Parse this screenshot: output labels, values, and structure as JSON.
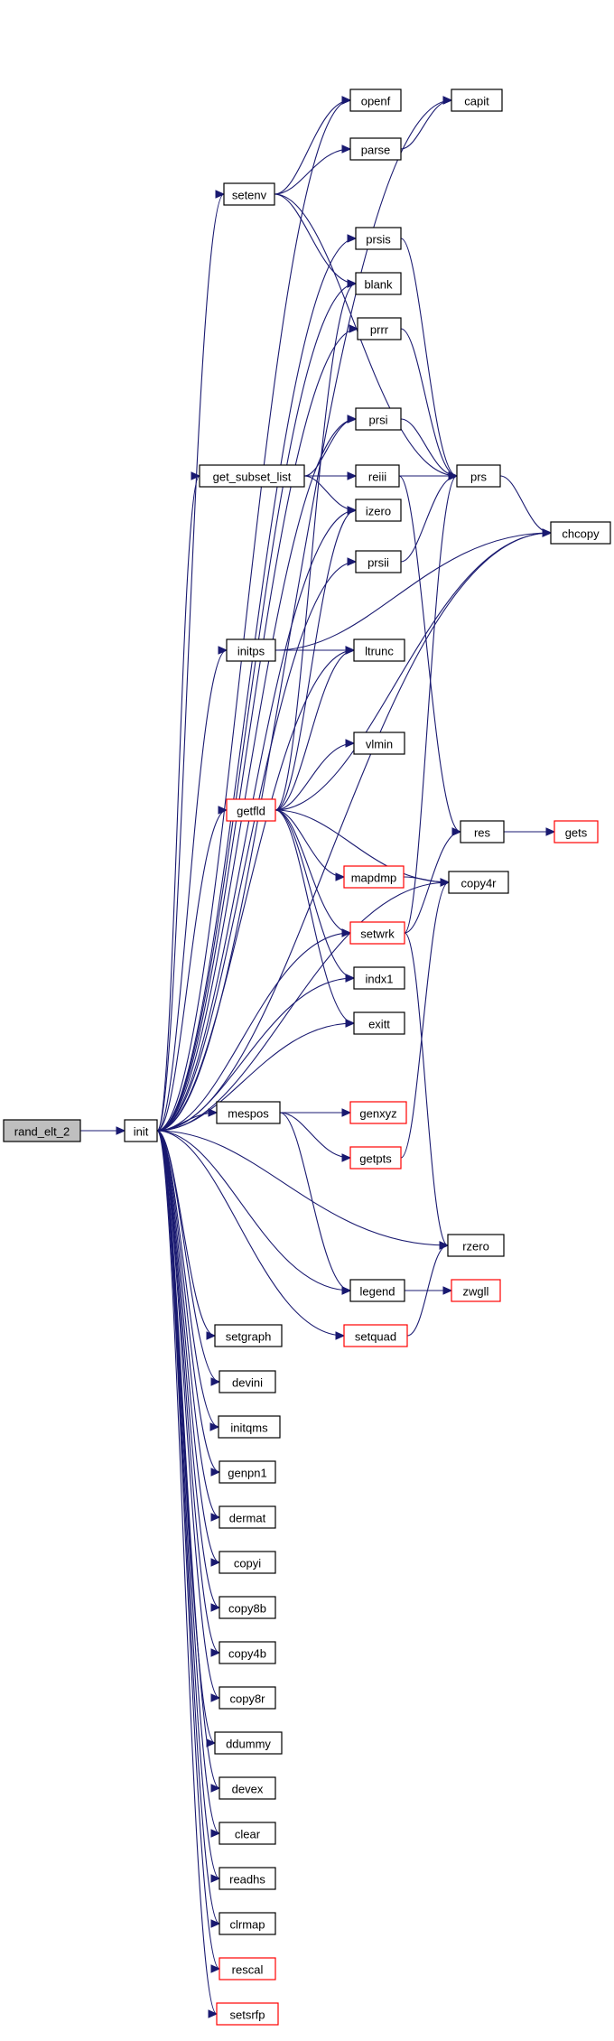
{
  "colors": {
    "edge": "#191970",
    "node_border": "#000000",
    "node_border_truncated": "#ff0000",
    "root_fill": "#bfbfbf",
    "node_fill": "#ffffff"
  },
  "nodes": [
    {
      "id": "rand_elt_2",
      "label": "rand_elt_2",
      "root": true
    },
    {
      "id": "init",
      "label": "init"
    },
    {
      "id": "capit",
      "label": "capit"
    },
    {
      "id": "openf",
      "label": "openf"
    },
    {
      "id": "parse",
      "label": "parse"
    },
    {
      "id": "setenv",
      "label": "setenv"
    },
    {
      "id": "prsis",
      "label": "prsis"
    },
    {
      "id": "blank",
      "label": "blank"
    },
    {
      "id": "prrr",
      "label": "prrr"
    },
    {
      "id": "prsi",
      "label": "prsi"
    },
    {
      "id": "get_subset_list",
      "label": "get_subset_list"
    },
    {
      "id": "reiii",
      "label": "reiii"
    },
    {
      "id": "prs",
      "label": "prs"
    },
    {
      "id": "izero",
      "label": "izero"
    },
    {
      "id": "chcopy",
      "label": "chcopy"
    },
    {
      "id": "prsii",
      "label": "prsii"
    },
    {
      "id": "initps",
      "label": "initps"
    },
    {
      "id": "ltrunc",
      "label": "ltrunc"
    },
    {
      "id": "vlmin",
      "label": "vlmin"
    },
    {
      "id": "getfld",
      "label": "getfld",
      "truncated": true
    },
    {
      "id": "res",
      "label": "res"
    },
    {
      "id": "gets",
      "label": "gets",
      "truncated": true
    },
    {
      "id": "mapdmp",
      "label": "mapdmp",
      "truncated": true
    },
    {
      "id": "copy4r",
      "label": "copy4r"
    },
    {
      "id": "setwrk",
      "label": "setwrk",
      "truncated": true
    },
    {
      "id": "indx1",
      "label": "indx1"
    },
    {
      "id": "exitt",
      "label": "exitt"
    },
    {
      "id": "mespos",
      "label": "mespos"
    },
    {
      "id": "genxyz",
      "label": "genxyz",
      "truncated": true
    },
    {
      "id": "getpts",
      "label": "getpts",
      "truncated": true
    },
    {
      "id": "rzero",
      "label": "rzero"
    },
    {
      "id": "legend",
      "label": "legend"
    },
    {
      "id": "zwgll",
      "label": "zwgll",
      "truncated": true
    },
    {
      "id": "setquad",
      "label": "setquad",
      "truncated": true
    },
    {
      "id": "setgraph",
      "label": "setgraph"
    },
    {
      "id": "devini",
      "label": "devini"
    },
    {
      "id": "initqms",
      "label": "initqms"
    },
    {
      "id": "genpn1",
      "label": "genpn1"
    },
    {
      "id": "dermat",
      "label": "dermat"
    },
    {
      "id": "copyi",
      "label": "copyi"
    },
    {
      "id": "copy8b",
      "label": "copy8b"
    },
    {
      "id": "copy4b",
      "label": "copy4b"
    },
    {
      "id": "copy8r",
      "label": "copy8r"
    },
    {
      "id": "ddummy",
      "label": "ddummy"
    },
    {
      "id": "devex",
      "label": "devex"
    },
    {
      "id": "clear",
      "label": "clear"
    },
    {
      "id": "readhs",
      "label": "readhs"
    },
    {
      "id": "clrmap",
      "label": "clrmap"
    },
    {
      "id": "rescal",
      "label": "rescal",
      "truncated": true
    },
    {
      "id": "setsrfp",
      "label": "setsrfp",
      "truncated": true
    }
  ],
  "edges": [
    [
      "rand_elt_2",
      "init"
    ],
    [
      "init",
      "capit"
    ],
    [
      "init",
      "openf"
    ],
    [
      "init",
      "setenv"
    ],
    [
      "init",
      "prsis"
    ],
    [
      "init",
      "blank"
    ],
    [
      "init",
      "prrr"
    ],
    [
      "init",
      "prsi"
    ],
    [
      "init",
      "get_subset_list"
    ],
    [
      "init",
      "izero"
    ],
    [
      "init",
      "prsii"
    ],
    [
      "init",
      "chcopy"
    ],
    [
      "init",
      "initps"
    ],
    [
      "init",
      "ltrunc"
    ],
    [
      "init",
      "getfld"
    ],
    [
      "init",
      "setwrk"
    ],
    [
      "init",
      "indx1"
    ],
    [
      "init",
      "exitt"
    ],
    [
      "init",
      "copy4r"
    ],
    [
      "init",
      "mespos"
    ],
    [
      "init",
      "rzero"
    ],
    [
      "init",
      "legend"
    ],
    [
      "init",
      "setquad"
    ],
    [
      "init",
      "setgraph"
    ],
    [
      "init",
      "devini"
    ],
    [
      "init",
      "initqms"
    ],
    [
      "init",
      "genpn1"
    ],
    [
      "init",
      "dermat"
    ],
    [
      "init",
      "copyi"
    ],
    [
      "init",
      "copy8b"
    ],
    [
      "init",
      "copy4b"
    ],
    [
      "init",
      "copy8r"
    ],
    [
      "init",
      "ddummy"
    ],
    [
      "init",
      "devex"
    ],
    [
      "init",
      "clear"
    ],
    [
      "init",
      "readhs"
    ],
    [
      "init",
      "clrmap"
    ],
    [
      "init",
      "rescal"
    ],
    [
      "init",
      "setsrfp"
    ],
    [
      "setenv",
      "openf"
    ],
    [
      "setenv",
      "parse"
    ],
    [
      "setenv",
      "blank"
    ],
    [
      "setenv",
      "prs"
    ],
    [
      "parse",
      "capit"
    ],
    [
      "prsis",
      "prs"
    ],
    [
      "prrr",
      "prs"
    ],
    [
      "prsi",
      "prs"
    ],
    [
      "get_subset_list",
      "prsi"
    ],
    [
      "get_subset_list",
      "reiii"
    ],
    [
      "get_subset_list",
      "izero"
    ],
    [
      "reiii",
      "prs"
    ],
    [
      "reiii",
      "res"
    ],
    [
      "prs",
      "chcopy"
    ],
    [
      "prsii",
      "prs"
    ],
    [
      "initps",
      "chcopy"
    ],
    [
      "initps",
      "ltrunc"
    ],
    [
      "getfld",
      "blank"
    ],
    [
      "getfld",
      "izero"
    ],
    [
      "getfld",
      "ltrunc"
    ],
    [
      "getfld",
      "vlmin"
    ],
    [
      "getfld",
      "chcopy"
    ],
    [
      "getfld",
      "mapdmp"
    ],
    [
      "getfld",
      "copy4r"
    ],
    [
      "getfld",
      "setwrk"
    ],
    [
      "getfld",
      "indx1"
    ],
    [
      "getfld",
      "exitt"
    ],
    [
      "res",
      "gets"
    ],
    [
      "mapdmp",
      "copy4r"
    ],
    [
      "setwrk",
      "prs"
    ],
    [
      "setwrk",
      "res"
    ],
    [
      "setwrk",
      "rzero"
    ],
    [
      "mespos",
      "genxyz"
    ],
    [
      "mespos",
      "getpts"
    ],
    [
      "mespos",
      "legend"
    ],
    [
      "getpts",
      "copy4r"
    ],
    [
      "legend",
      "zwgll"
    ],
    [
      "setquad",
      "rzero"
    ]
  ]
}
